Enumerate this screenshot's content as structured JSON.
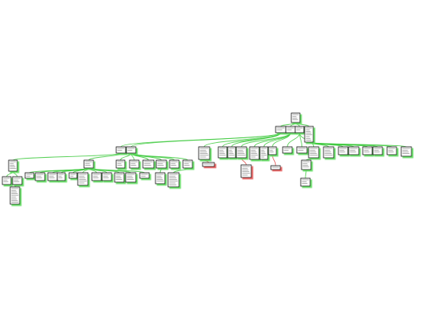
{
  "diagram": {
    "type": "tree",
    "edge_colors": {
      "ok": "#3cc93c",
      "error": "#e04a4a"
    },
    "node_fill": "#ffffff",
    "node_stroke": "#111111",
    "status_counts": {
      "nodes_green_shadow": 58,
      "nodes_red_shadow": 3
    }
  }
}
